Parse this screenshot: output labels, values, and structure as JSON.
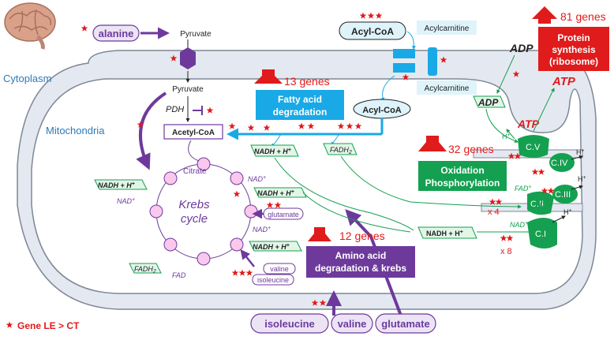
{
  "labels": {
    "cytoplasm": "Cytoplasm",
    "mitochondria": "Mitochondria",
    "krebs_line1": "Krebs",
    "krebs_line2": "cycle",
    "legend_star": "✱",
    "legend_text": "Gene LE > CT"
  },
  "metabolites": {
    "alanine": "alanine",
    "pyruvate_cyto": "Pyruvate",
    "pyruvate_mito": "Pyruvate",
    "pdh": "PDH",
    "acetyl_coa": "Acetyl-CoA",
    "citrate": "Citrate",
    "acyl_coa_cyto": "Acyl-CoA",
    "acyl_coa_mito": "Acyl-CoA",
    "acylcarnitine_top": "Acylcarnitine",
    "acylcarnitine_bottom": "Acylcarnitine",
    "glutamate_inner": "glutamate",
    "valine_inner": "valine",
    "isoleucine_inner": "isoleucine",
    "isoleucine_bottom": "isoleucine",
    "valine_bottom": "valine",
    "glutamate_bottom": "glutamate"
  },
  "cofactors": {
    "nadh_h": "NADH + H",
    "plus": "+",
    "nad": "NAD",
    "fadh2": "FADH",
    "sub2": "2",
    "fad": "FAD",
    "fad_plus": "FAD",
    "adp": "ADP",
    "atp": "ATP",
    "h": "H",
    "x4": "x 4",
    "x8": "x 8"
  },
  "complexes": {
    "c1": "C.I",
    "c2": "C.II",
    "c3": "C.III",
    "c4": "C.IV",
    "c5": "C.V"
  },
  "pathways": {
    "fatty_acid": {
      "genes": "13 genes",
      "label_line1": "Fatty acid",
      "label_line2": "degradation",
      "color": "#19a9e6"
    },
    "oxphos": {
      "genes": "32 genes",
      "label_line1": "Oxidation",
      "label_line2": "Phosphorylation",
      "color": "#14a050"
    },
    "amino_acid": {
      "genes": "12 genes",
      "label_line1": "Amino acid",
      "label_line2": "degradation & krebs",
      "color": "#6d3a9c"
    },
    "protein": {
      "genes": "81 genes",
      "label_line1": "Protein",
      "label_line2": "synthesis",
      "label_line3": "(ribosome)",
      "color": "#e01b1b"
    }
  },
  "colors": {
    "purple": "#6d3a9c",
    "green": "#14a050",
    "blue": "#19a9e6",
    "red": "#e01b1b",
    "membrane": "#e4e9f1",
    "membrane_edge": "#7f8796",
    "cyto_text": "#2e7ab8"
  }
}
